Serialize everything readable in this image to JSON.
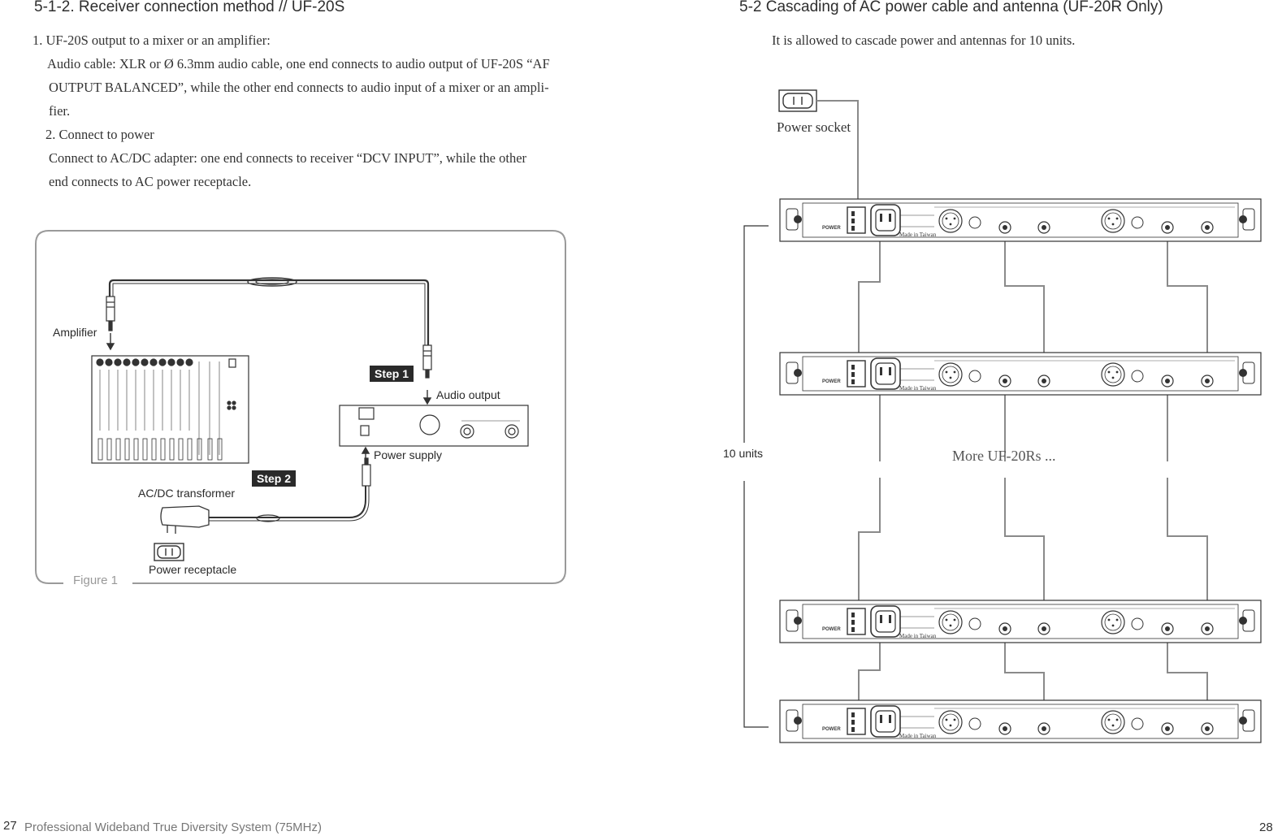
{
  "left": {
    "heading": "5-1-2. Receiver connection method // UF-20S",
    "body_lines": [
      "1. UF-20S output to a mixer or an amplifier:",
      "Audio cable: XLR or Ø 6.3mm audio cable, one end connects to audio output of  UF-20S “AF",
      "OUTPUT BALANCED”, while the other end connects to audio input of a mixer or an ampli-",
      "fier.",
      "2. Connect to power",
      "Connect to AC/DC adapter: one end connects to receiver “DCV INPUT”, while the other",
      "end connects to AC power receptacle."
    ],
    "figure": {
      "amplifier_label": "Amplifier",
      "step1_label": "Step 1",
      "audio_output_label": "Audio output",
      "power_supply_label": "Power supply",
      "step2_label": "Step 2",
      "transformer_label": "AC/DC transformer",
      "receptacle_label": "Power receptacle",
      "caption": "Figure 1"
    }
  },
  "right": {
    "heading": "5-2 Cascading of AC power cable and antenna (UF-20R Only)",
    "intro": "It is allowed to cascade power and antennas for 10 units.",
    "power_socket_label": "Power socket",
    "units_label": "10 units",
    "more_label": "More UF-20Rs ...",
    "rack_panel": {
      "power_label": "POWER",
      "made_in": "Made in Taiwan"
    }
  },
  "footer": {
    "page_left": "27",
    "page_right": "28",
    "title": "Professional Wideband True Diversity System (75MHz)"
  }
}
